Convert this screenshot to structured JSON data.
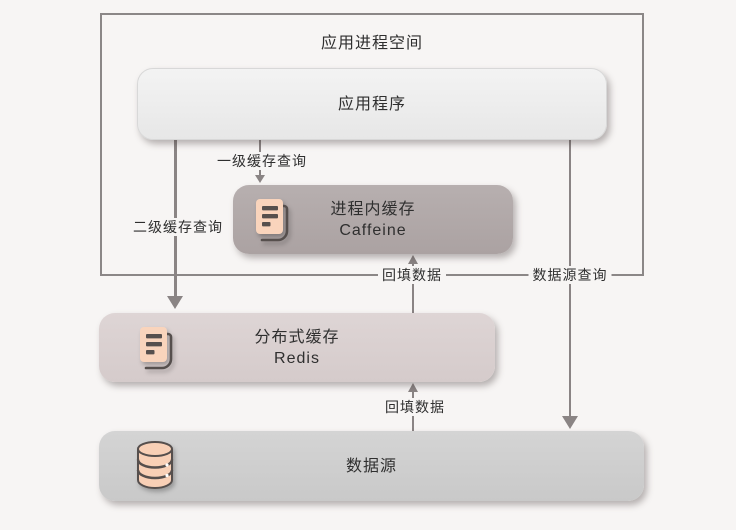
{
  "colors": {
    "background": "#f7f5f4",
    "outer_border": "#8b8787",
    "edge_line": "#8a8484",
    "app_box_fill": "#ededed",
    "caffeine_box_fill": "#b3abab",
    "redis_box_fill": "#dbd2d2",
    "datasource_box_fill": "#cfcfcf",
    "icon_fill": "#f9d4bc",
    "icon_stroke": "#564f4d",
    "text": "#2f2f2f"
  },
  "outer_box": {
    "title": "应用进程空间"
  },
  "nodes": {
    "app": {
      "label": "应用程序"
    },
    "caffeine": {
      "title": "进程内缓存",
      "subtitle": "Caffeine",
      "icon": "document-icon"
    },
    "redis": {
      "title": "分布式缓存",
      "subtitle": "Redis",
      "icon": "document-icon"
    },
    "datasource": {
      "label": "数据源",
      "icon": "database-icon"
    }
  },
  "edges": {
    "level1_query": {
      "label": "一级缓存查询",
      "from": "app",
      "to": "caffeine"
    },
    "level2_query": {
      "label": "二级缓存查询",
      "from": "app",
      "to": "redis"
    },
    "backfill_to_caffeine": {
      "label": "回填数据",
      "from": "redis",
      "to": "caffeine"
    },
    "backfill_to_redis": {
      "label": "回填数据",
      "from": "datasource",
      "to": "redis"
    },
    "datasource_query": {
      "label": "数据源查询",
      "from": "app",
      "to": "datasource"
    }
  }
}
